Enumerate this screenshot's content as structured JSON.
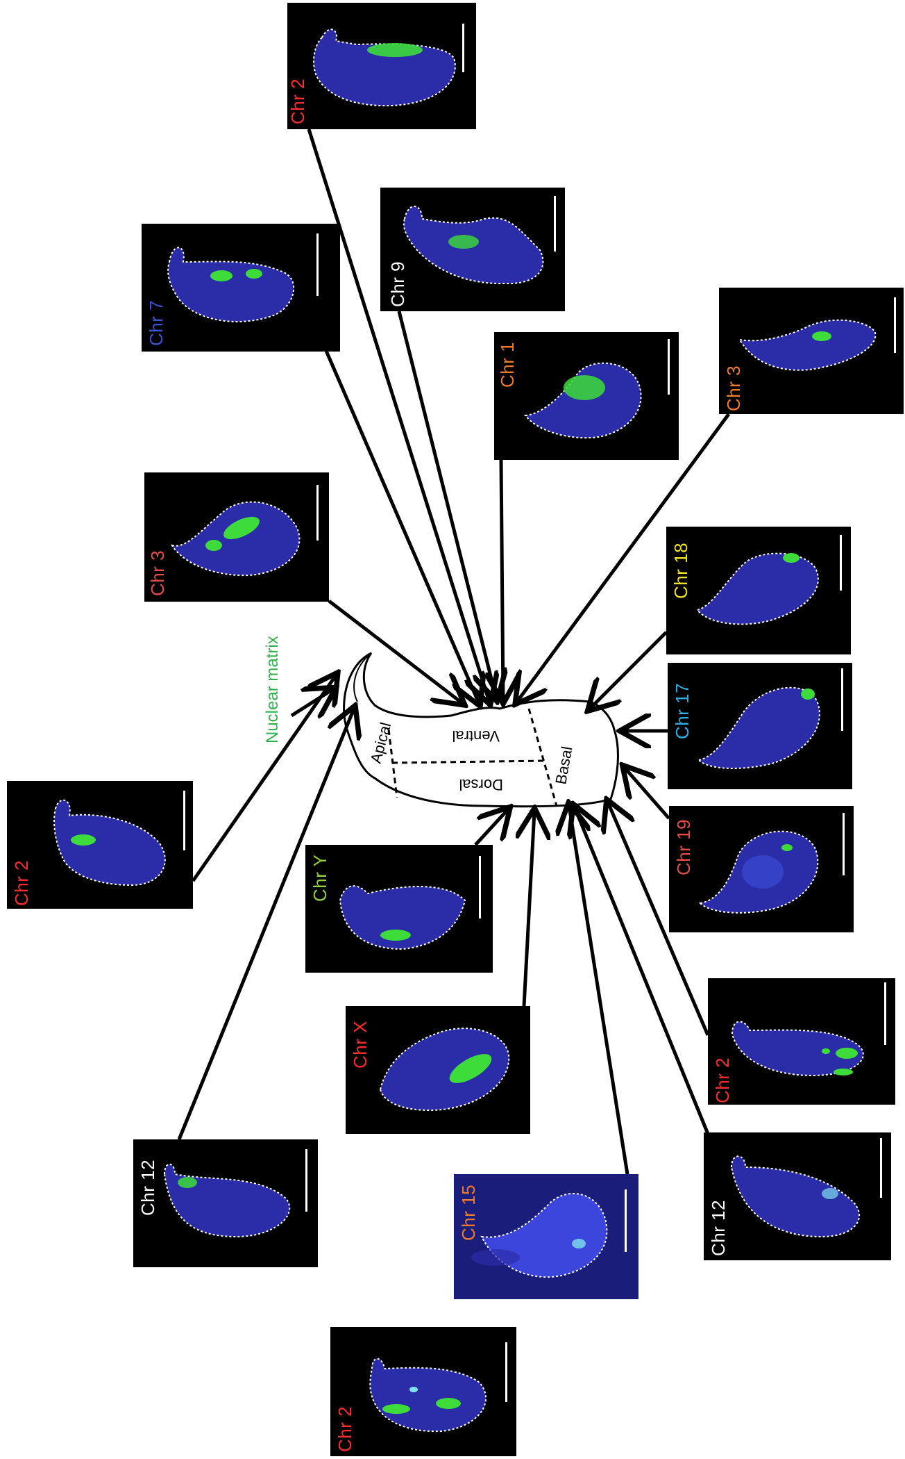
{
  "diagram": {
    "nucleus_regions": {
      "ventral": "Ventral",
      "dorsal": "Dorsal",
      "apical": "Apical",
      "basal": "Basal"
    },
    "nuclear_matrix_label": "Nuclear matrix",
    "colors": {
      "nucleus_fill": "#2a2ca8",
      "signal": "#3ddc3a",
      "outline": "#ffffff",
      "nuclear_matrix": "#2fb34a"
    }
  },
  "panels": [
    {
      "id": "p-chr2-top",
      "label": "Chr 2",
      "label_color": "#ff2a2a"
    },
    {
      "id": "p-chr9",
      "label": "Chr 9",
      "label_color": "#ffffff"
    },
    {
      "id": "p-chr7",
      "label": "Chr 7",
      "label_color": "#3a55d8"
    },
    {
      "id": "p-chr1",
      "label": "Chr 1",
      "label_color": "#f07a2a"
    },
    {
      "id": "p-chr3-right",
      "label": "Chr 3",
      "label_color": "#f07a2a"
    },
    {
      "id": "p-chr3-left",
      "label": "Chr 3",
      "label_color": "#e84a4a"
    },
    {
      "id": "p-chr18",
      "label": "Chr 18",
      "label_color": "#f2e21a"
    },
    {
      "id": "p-chr17",
      "label": "Chr 17",
      "label_color": "#2ab0e6"
    },
    {
      "id": "p-chr2-left",
      "label": "Chr 2",
      "label_color": "#ff2a2a"
    },
    {
      "id": "p-chr19",
      "label": "Chr 19",
      "label_color": "#e84a4a"
    },
    {
      "id": "p-chrY",
      "label": "Chr Y",
      "label_color": "#8fd23a"
    },
    {
      "id": "p-chrX",
      "label": "Chr X",
      "label_color": "#ff2a2a"
    },
    {
      "id": "p-chr2-right",
      "label": "Chr 2",
      "label_color": "#ff2a2a"
    },
    {
      "id": "p-chr12-left",
      "label": "Chr 12",
      "label_color": "#ffffff"
    },
    {
      "id": "p-chr15",
      "label": "Chr 15",
      "label_color": "#f07a2a"
    },
    {
      "id": "p-chr12-right",
      "label": "Chr 12",
      "label_color": "#ffffff"
    },
    {
      "id": "p-chr2-bottom",
      "label": "Chr 2",
      "label_color": "#ff2a2a"
    }
  ]
}
